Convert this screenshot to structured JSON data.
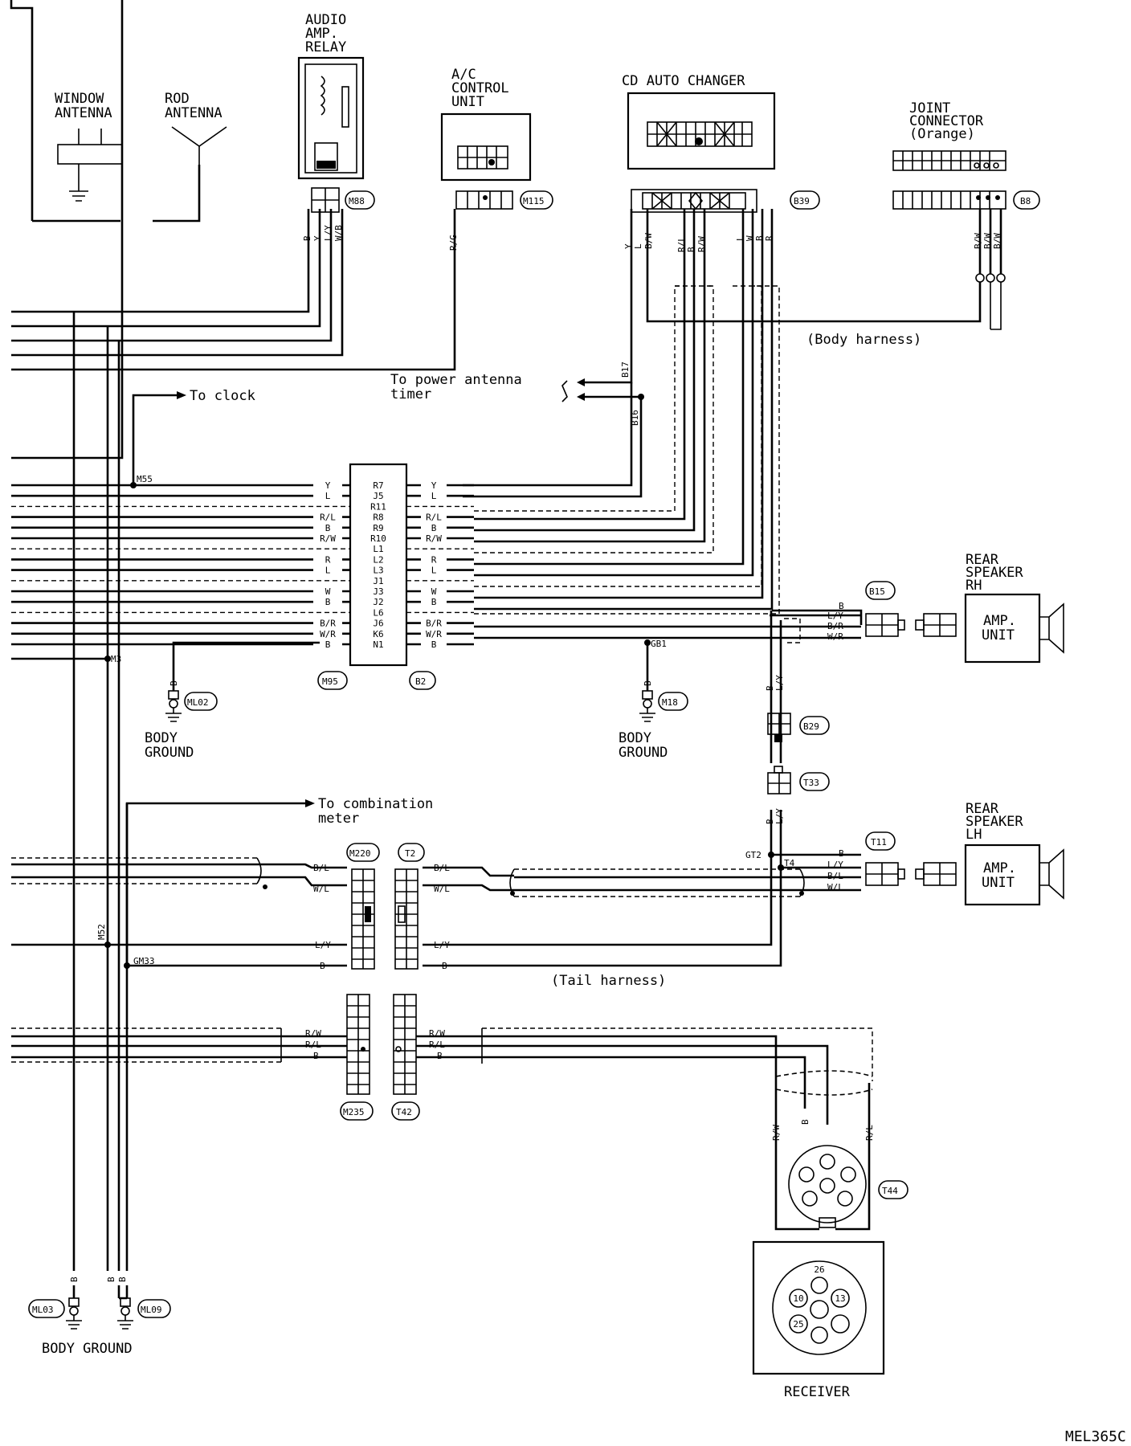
{
  "components": {
    "audio_amp_relay": [
      "AUDIO",
      "AMP.",
      "RELAY"
    ],
    "window_antenna": [
      "WINDOW",
      "ANTENNA"
    ],
    "rod_antenna": [
      "ROD",
      "ANTENNA"
    ],
    "ac_control_unit": [
      "A/C",
      "CONTROL",
      "UNIT"
    ],
    "cd_auto_changer": "CD AUTO CHANGER",
    "joint_connector": [
      "JOINT",
      "CONNECTOR",
      "(Orange)"
    ],
    "rear_speaker_rh": [
      "REAR",
      "SPEAKER",
      "RH"
    ],
    "rear_speaker_lh": [
      "REAR",
      "SPEAKER",
      "LH"
    ],
    "amp_unit": [
      "AMP.",
      "UNIT"
    ],
    "receiver": "RECEIVER"
  },
  "connectors": {
    "m88": "M88",
    "m115": "M115",
    "b39": "B39",
    "b8": "B8",
    "m95": "M95",
    "b2": "B2",
    "b15": "B15",
    "b29": "B29",
    "t33": "T33",
    "t11": "T11",
    "m220": "M220",
    "t2": "T2",
    "m235": "M235",
    "t42": "T42",
    "t44": "T44",
    "m18": "M18",
    "ml02": "ML02",
    "ml03": "ML03",
    "ml09": "ML09"
  },
  "notes": {
    "to_clock": "To clock",
    "to_power_antenna": [
      "To power antenna",
      "timer"
    ],
    "to_combination_meter": [
      "To combination",
      "meter"
    ],
    "body_harness": "(Body harness)",
    "tail_harness": "(Tail harness)",
    "body_ground": [
      "BODY",
      "GROUND"
    ],
    "body_ground_bottom": "BODY GROUND",
    "diagram_code": "MEL365C"
  },
  "junctions": {
    "m55": "M55",
    "m3": "M3",
    "m52": "M52",
    "gm33": "GM33",
    "gb1": "GB1",
    "gt2": "GT2",
    "t4": "T4",
    "b17": "B17",
    "b16": "B16"
  },
  "wire_colors": {
    "m88": [
      "B",
      "Y",
      "L/Y",
      "W/B"
    ],
    "m115": [
      "R/G"
    ],
    "b39_left": [
      "Y",
      "L",
      "B/W"
    ],
    "b39_mid": [
      "R/L",
      "B",
      "R/W"
    ],
    "b39_right": [
      "L",
      "W",
      "B",
      "R"
    ],
    "b8": [
      "B/W",
      "B/W",
      "B/W"
    ],
    "b2_left_colors": [
      "Y",
      "L",
      "",
      "R/L",
      "B",
      "R/W",
      "",
      "R",
      "L",
      "",
      "W",
      "B",
      "",
      "B/R",
      "W/R",
      "B"
    ],
    "b2_pins": [
      "R7",
      "J5",
      "R11",
      "R8",
      "R9",
      "R10",
      "L1",
      "L2",
      "L3",
      "J1",
      "J3",
      "J2",
      "L6",
      "J6",
      "K6",
      "N1"
    ],
    "b2_right_colors": [
      "Y",
      "L",
      "",
      "R/L",
      "B",
      "R/W",
      "",
      "R",
      "L",
      "",
      "W",
      "B",
      "",
      "B/R",
      "W/R",
      "B"
    ],
    "rh_speaker": [
      "B",
      "L/Y",
      "B/R",
      "W/R"
    ],
    "b29": [
      "B",
      "L/Y"
    ],
    "t33": [
      "B",
      "L/Y"
    ],
    "lh_speaker": [
      "B",
      "L/Y",
      "B/L",
      "W/L"
    ],
    "m220_left": [
      "B/L",
      "W/L",
      "L/Y",
      "B"
    ],
    "t2_right": [
      "B/L",
      "W/L",
      "L/Y",
      "B"
    ],
    "m235_left": [
      "R/W",
      "R/L",
      "B"
    ],
    "t42_right": [
      "R/W",
      "R/L",
      "B"
    ],
    "t44": [
      "R/W",
      "B",
      "R/L"
    ],
    "ground_ml02": "B",
    "ground_m18": "B",
    "ground_ml03": "B",
    "ground_ml09": [
      "B",
      "B"
    ]
  },
  "receiver_pins": [
    "26",
    "10",
    "13",
    "25"
  ]
}
